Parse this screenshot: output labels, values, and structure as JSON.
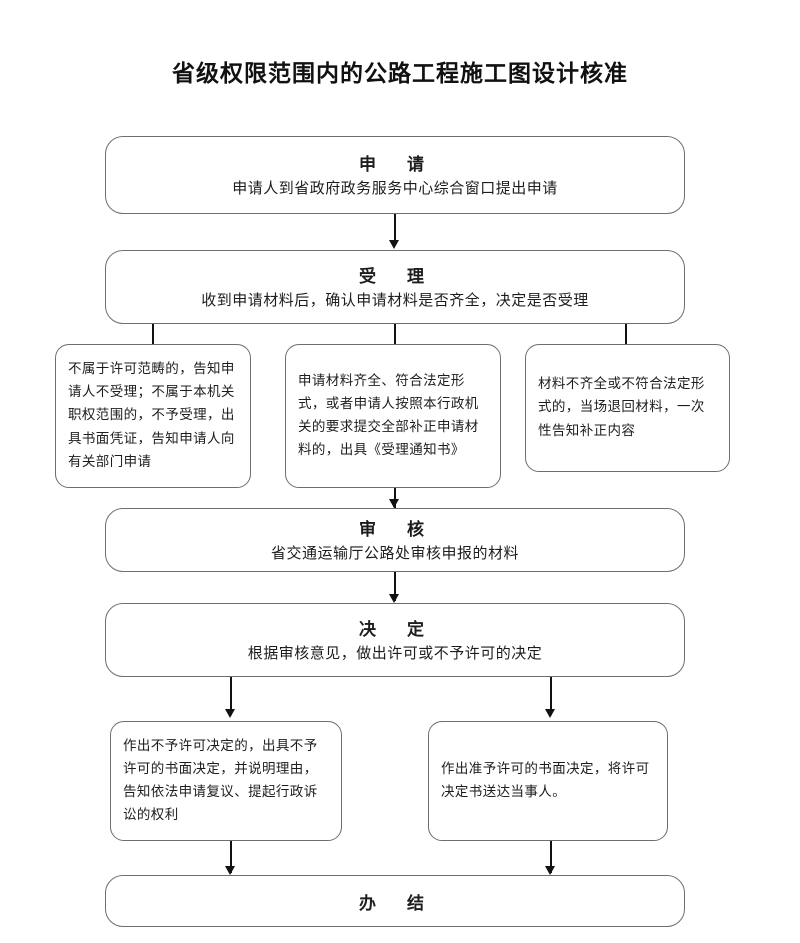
{
  "document": {
    "title": "省级权限范围内的公路工程施工图设计核准"
  },
  "chart_data": {
    "type": "diagram",
    "diagram_kind": "flowchart",
    "title": "省级权限范围内的公路工程施工图设计核准",
    "orientation": "top-to-bottom",
    "nodes": [
      {
        "id": "apply",
        "head": "申　请",
        "sub": "申请人到省政府政务服务中心综合窗口提出申请",
        "shape": "rounded-rect",
        "row": 1
      },
      {
        "id": "accept",
        "head": "受　理",
        "sub": "收到申请材料后，确认申请材料是否齐全，决定是否受理",
        "shape": "rounded-rect",
        "row": 2
      },
      {
        "id": "branch-left",
        "body": "不属于许可范畴的，告知申请人不受理；不属于本机关职权范围的，不予受理，出具书面凭证，告知申请人向有关部门申请",
        "shape": "rounded-rect",
        "row": 3
      },
      {
        "id": "branch-middle",
        "body": "申请材料齐全、符合法定形式，或者申请人按照本行政机关的要求提交全部补正申请材料的，出具《受理通知书》",
        "shape": "rounded-rect",
        "row": 3
      },
      {
        "id": "branch-right",
        "body": "材料不齐全或不符合法定形式的，当场退回材料，一次性告知补正内容",
        "shape": "rounded-rect",
        "row": 3
      },
      {
        "id": "review",
        "head": "审　核",
        "sub": "省交通运输厅公路处审核申报的材料",
        "shape": "rounded-rect",
        "row": 4
      },
      {
        "id": "decide",
        "head": "决　定",
        "sub": "根据审核意见，做出许可或不予许可的决定",
        "shape": "rounded-rect",
        "row": 5
      },
      {
        "id": "outcome-deny",
        "body": "作出不予许可决定的，出具不予许可的书面决定，并说明理由，告知依法申请复议、提起行政诉讼的权利",
        "shape": "rounded-rect",
        "row": 6
      },
      {
        "id": "outcome-grant",
        "body": "作出准予许可的书面决定，将许可决定书送达当事人。",
        "shape": "rounded-rect",
        "row": 6
      },
      {
        "id": "finish",
        "head": "办　结",
        "shape": "rounded-rect",
        "row": 7
      }
    ],
    "edges": [
      {
        "from": "apply",
        "to": "accept",
        "arrow": "down"
      },
      {
        "from": "accept",
        "to": "branch-left",
        "arrow": "down"
      },
      {
        "from": "accept",
        "to": "branch-middle",
        "arrow": "down"
      },
      {
        "from": "accept",
        "to": "branch-right",
        "arrow": "down"
      },
      {
        "from": "branch-middle",
        "to": "review",
        "arrow": "down"
      },
      {
        "from": "review",
        "to": "decide",
        "arrow": "down"
      },
      {
        "from": "decide",
        "to": "outcome-deny",
        "arrow": "down"
      },
      {
        "from": "decide",
        "to": "outcome-grant",
        "arrow": "down"
      },
      {
        "from": "outcome-deny",
        "to": "finish",
        "arrow": "down"
      },
      {
        "from": "outcome-grant",
        "to": "finish",
        "arrow": "down"
      }
    ],
    "colors": {
      "background": "#ffffff",
      "node_border": "#6e6e6e",
      "node_fill": "#ffffff",
      "text": "#1d1d1d",
      "connector": "#111111"
    }
  }
}
